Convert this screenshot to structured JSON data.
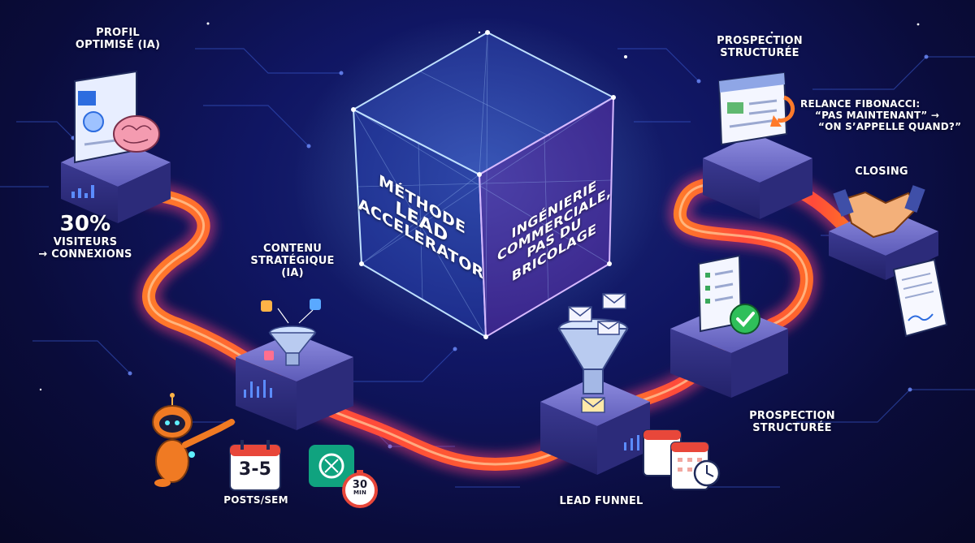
{
  "steps": {
    "profil": {
      "title_line1": "PROFIL",
      "title_line2": "OPTIMISÉ (IA)",
      "stat_value": "30%",
      "stat_line1": "VISITEURS",
      "stat_line2": "→ CONNEXIONS"
    },
    "contenu": {
      "title_line1": "CONTENU",
      "title_line2": "STRATÉGIQUE",
      "title_line3": "(IA)",
      "posts_value": "3-5",
      "posts_label": "POSTS/SEM",
      "timer_value": "30",
      "timer_unit": "MIN"
    },
    "funnel": {
      "title": "LEAD FUNNEL"
    },
    "prospection_bottom": {
      "title_line1": "PROSPECTION",
      "title_line2": "STRUCTURÉE"
    },
    "prospection_top": {
      "title_line1": "PROSPECTION",
      "title_line2": "STRUCTURÉE",
      "relance_line1": "RELANCE FIBONACCI:",
      "relance_line2": "“PAS MAINTENANT” →",
      "relance_line3": "“ON S’APPELLE QUAND?”"
    },
    "closing": {
      "title": "CLOSING"
    }
  },
  "cube": {
    "front_line1": "MÉTHODE",
    "front_line2": "LEAD",
    "front_line3": "ACCELERATOR",
    "side_line1": "INGÉNIERIE",
    "side_line2": "COMMERCIALE,",
    "side_line3": "PAS DU",
    "side_line4": "BRICOLAGE"
  },
  "icons": {
    "profile_card": "linkedin-profile-card-icon",
    "brain": "brain-icon",
    "robot": "robot-mascot-icon",
    "calendar": "calendar-icon",
    "ai_logo": "ai-assistant-logo-icon",
    "timer": "stopwatch-icon",
    "funnel": "funnel-icon",
    "mail": "envelope-icon",
    "checklist": "checklist-icon",
    "check": "check-circle-icon",
    "handshake": "handshake-icon",
    "contract": "contract-icon",
    "clock": "clock-icon"
  },
  "colors": {
    "background": "#0b0f3a",
    "pipe": "#ff5a2c",
    "pipe_glow": "#ff3d7f",
    "cube_edge": "#9fc9ff",
    "platform": "#4b4a9e"
  }
}
